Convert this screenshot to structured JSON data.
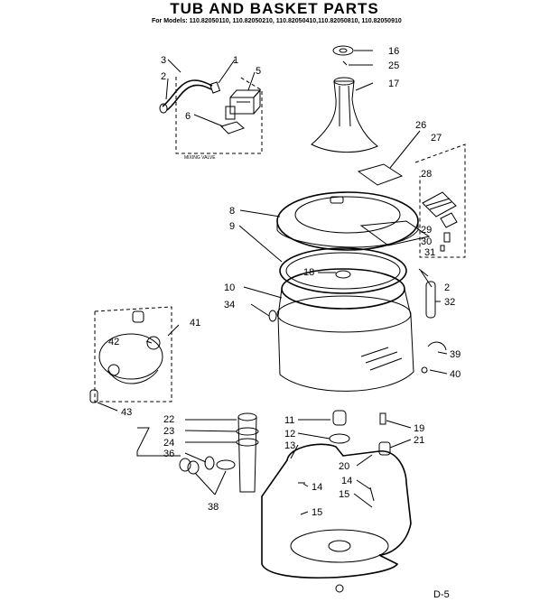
{
  "header": {
    "title": "TUB AND BASKET PARTS",
    "models": "For Models: 110.82050110, 110.82050210, 110.82050410,110.82050810, 110.82050910"
  },
  "callouts": {
    "c1": "1",
    "c2": "2",
    "c3": "3",
    "c5": "5",
    "c6": "6",
    "c8": "8",
    "c9": "9",
    "c10": "10",
    "c11": "11",
    "c12": "12",
    "c13": "13",
    "c14a": "14",
    "c14b": "14",
    "c15a": "15",
    "c15b": "15",
    "c16": "16",
    "c17": "17",
    "c18": "18",
    "c19": "19",
    "c2b": "2",
    "c20": "20",
    "c21": "21",
    "c22": "22",
    "c23": "23",
    "c24": "24",
    "c25": "25",
    "c26": "26",
    "c27": "27",
    "c28": "28",
    "c29": "29",
    "c30": "30",
    "c31": "31",
    "c32": "32",
    "c34": "34",
    "c36": "36",
    "c38": "38",
    "c39": "39",
    "c40": "40",
    "c41": "41",
    "c42": "42",
    "c43": "43"
  },
  "mixing_valve_label": "MIXING VALVE",
  "page_code": "D-5"
}
